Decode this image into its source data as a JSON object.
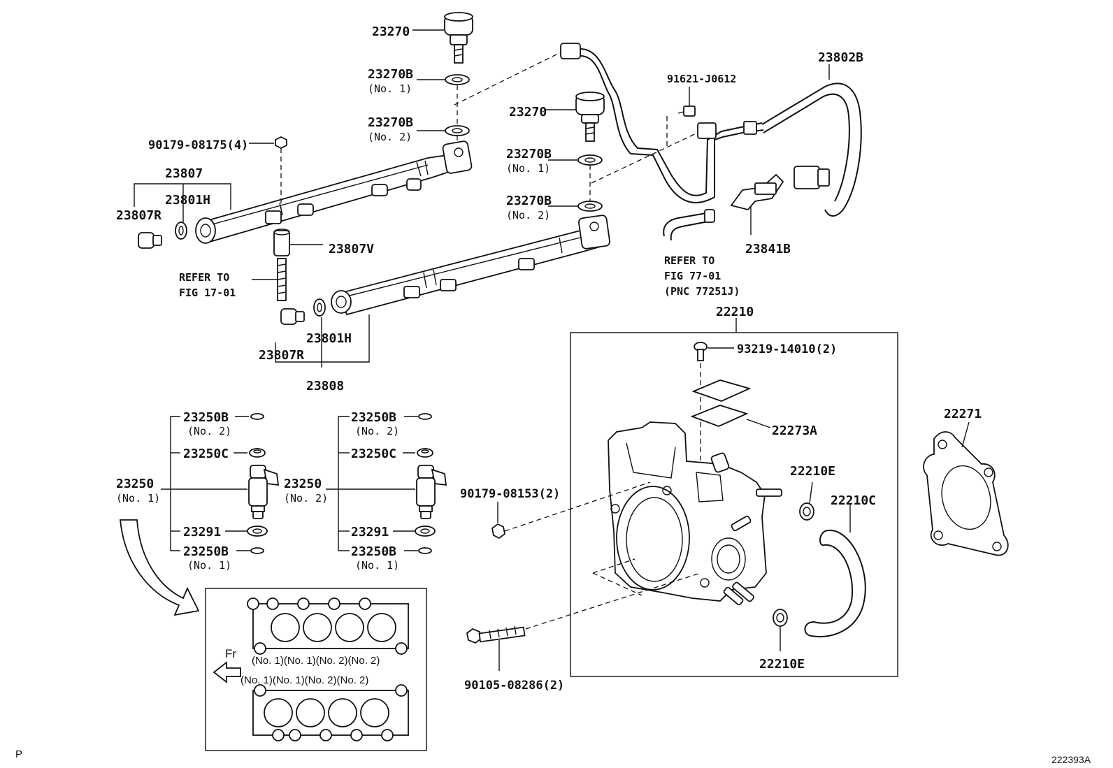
{
  "labels": {
    "p23270_a": "23270",
    "p23270b_no1_a": "23270B",
    "p23270b_no1_a_sub": "(No. 1)",
    "p23270b_no2_a": "23270B",
    "p23270b_no2_a_sub": "(No. 2)",
    "p90179_08175": "90179-08175(4)",
    "p23807": "23807",
    "p23801h_a": "23801H",
    "p23807r_a": "23807R",
    "p23807v": "23807V",
    "refer_fig17_l1": "REFER TO",
    "refer_fig17_l2": "FIG 17-01",
    "p23807r_b": "23807R",
    "p23801h_b": "23801H",
    "p23808": "23808",
    "p23270_b": "23270",
    "p23270b_no1_b": "23270B",
    "p23270b_no1_b_sub": "(No. 1)",
    "p23270b_no2_b": "23270B",
    "p23270b_no2_b_sub": "(No. 2)",
    "p91621_j0612": "91621-J0612",
    "p23802b": "23802B",
    "p23841b": "23841B",
    "refer_fig77_l1": "REFER TO",
    "refer_fig77_l2": "FIG 77-01",
    "refer_fig77_l3": "(PNC 77251J)",
    "p22210": "22210",
    "p93219_14010": "93219-14010(2)",
    "p22273a": "22273A",
    "p22271": "22271",
    "p22210e_a": "22210E",
    "p22210c": "22210C",
    "p22210e_b": "22210E",
    "p90179_08153": "90179-08153(2)",
    "p90105_08286": "90105-08286(2)",
    "inj1_23250b_top": "23250B",
    "inj1_23250b_top_sub": "(No. 2)",
    "inj1_23250c": "23250C",
    "inj1_23250": "23250",
    "inj1_23250_sub": "(No. 1)",
    "inj1_23291": "23291",
    "inj1_23250b_bot": "23250B",
    "inj1_23250b_bot_sub": "(No. 1)",
    "inj2_23250b_top": "23250B",
    "inj2_23250b_top_sub": "(No. 2)",
    "inj2_23250c": "23250C",
    "inj2_23250": "23250",
    "inj2_23250_sub": "(No. 2)",
    "inj2_23291": "23291",
    "inj2_23250b_bot": "23250B",
    "inj2_23250b_bot_sub": "(No. 1)",
    "fr": "Fr",
    "inset_top_row": "(No. 1)(No. 1)(No. 2)(No. 2)",
    "inset_bottom_row": "(No. 1)(No. 1)(No. 2)(No. 2)",
    "corner_p": "P",
    "figure_id": "222393A"
  },
  "icons": {
    "fr_arrow": "left-arrow-icon",
    "curved_arrow": "curved-arrow-icon"
  }
}
